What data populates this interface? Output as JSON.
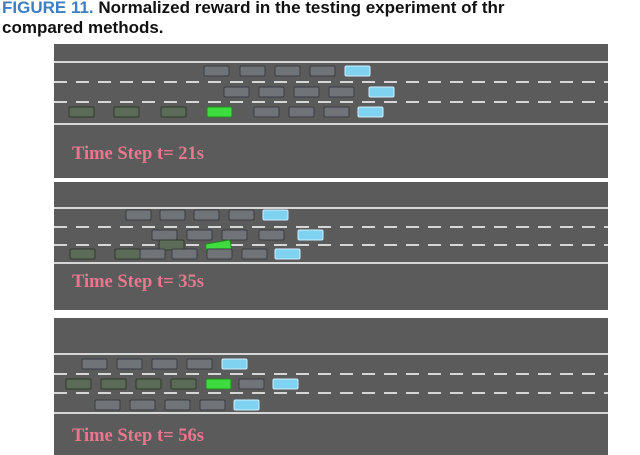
{
  "caption": {
    "label": "FIGURE 11.",
    "line1_text": " Normalized reward in the testing experiment of thr",
    "line2_text": "compared methods."
  },
  "colors": {
    "road": "#5b5b5b",
    "lane_line": "#ffffff",
    "vehicle": "#707478",
    "highlight_vehicle": "#7fd3f0",
    "ego_vehicle": "#3fdc3f",
    "past_vehicle": "#5c6a58",
    "label_text": "#e8778f"
  },
  "panels": [
    {
      "label": "Time Step t= 21s"
    },
    {
      "label": "Time Step t= 35s"
    },
    {
      "label": "Time Step t= 56s"
    }
  ]
}
